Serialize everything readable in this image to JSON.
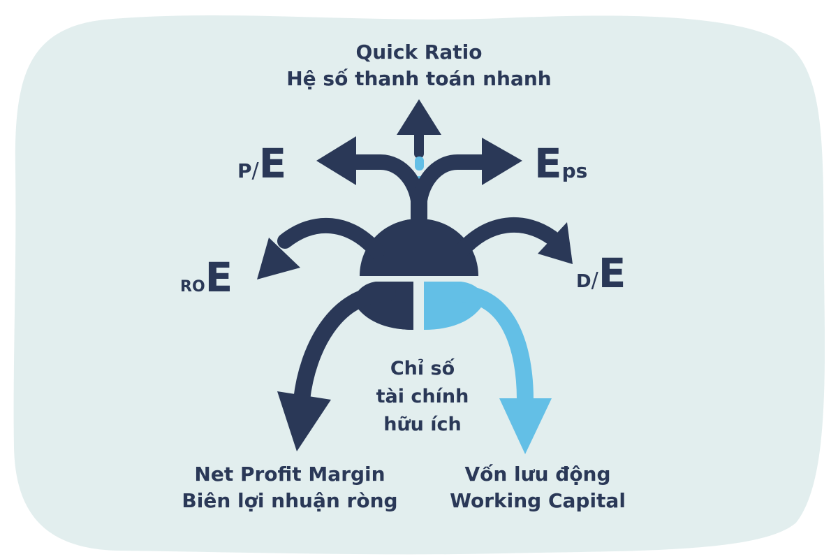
{
  "colors": {
    "background_blob": "#E2EEEE",
    "navy": "#2A3857",
    "light_blue": "#63BFE6",
    "text": "#2A3857"
  },
  "center": {
    "line1": "Chỉ số",
    "line2": "tài chính",
    "line3": "hữu ích"
  },
  "quick_ratio": {
    "line1": "Quick Ratio",
    "line2": "Hệ số thanh toán nhanh"
  },
  "pe": {
    "small": "P",
    "slash": "/",
    "big": "E"
  },
  "eps": {
    "big": "E",
    "small": "ps"
  },
  "roe": {
    "small": "RO",
    "big": "E"
  },
  "de": {
    "small": "D",
    "slash": "/",
    "big": "E"
  },
  "net_profit_margin": {
    "line1": "Net Profit Margin",
    "line2": "Biên lợi nhuận ròng"
  },
  "working_capital": {
    "line1": "Vốn lưu động",
    "line2": "Working Capital"
  }
}
